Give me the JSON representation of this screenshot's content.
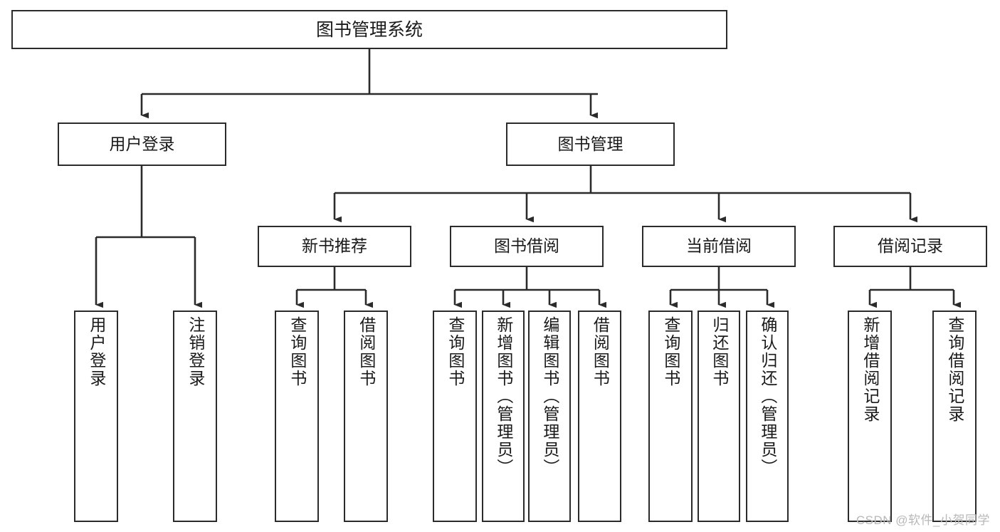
{
  "diagram": {
    "title": "图书管理系统",
    "type": "hierarchy-tree",
    "root": {
      "label": "图书管理系统"
    },
    "level2": [
      {
        "label": "用户登录"
      },
      {
        "label": "图书管理"
      }
    ],
    "level3": [
      {
        "label": "新书推荐"
      },
      {
        "label": "图书借阅"
      },
      {
        "label": "当前借阅"
      },
      {
        "label": "借阅记录"
      }
    ],
    "leaves": [
      {
        "label": "用户登录"
      },
      {
        "label": "注销登录"
      },
      {
        "label": "查询图书"
      },
      {
        "label": "借阅图书"
      },
      {
        "label": "查询图书"
      },
      {
        "label": "新增图书（管理员）"
      },
      {
        "label": "编辑图书（管理员）"
      },
      {
        "label": "借阅图书"
      },
      {
        "label": "查询图书"
      },
      {
        "label": "归还图书"
      },
      {
        "label": "确认归还（管理员）"
      },
      {
        "label": "新增借阅记录"
      },
      {
        "label": "查询借阅记录"
      }
    ],
    "watermark": "CSDN @软件_小贺同学",
    "colors": {
      "stroke": "#2b2b2b",
      "fill": "#ffffff",
      "text": "#1a1a1a",
      "watermark": "#b8b8b8"
    }
  }
}
